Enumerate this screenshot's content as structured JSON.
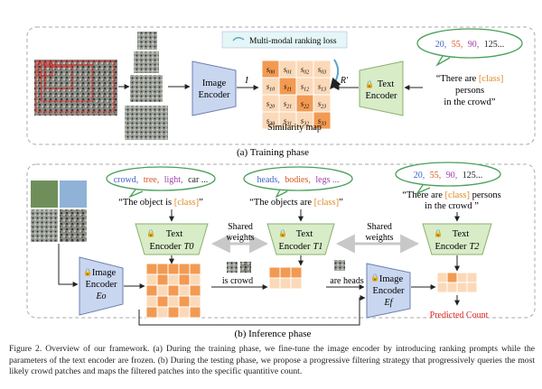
{
  "training": {
    "panel_label": "(a) Training phase",
    "loss_label": "Multi-modal ranking loss",
    "image_encoder": [
      "Image",
      "Encoder"
    ],
    "text_encoder": [
      "Text",
      "Encoder"
    ],
    "arrow_i": "I",
    "arrow_r": "R'",
    "similarity_label": "Similarity map",
    "matrix": [
      [
        "s00",
        "s01",
        "s02",
        "s03"
      ],
      [
        "s10",
        "s11",
        "s12",
        "s13"
      ],
      [
        "s20",
        "s21",
        "s22",
        "s23"
      ],
      [
        "s30",
        "s31",
        "s32",
        "s33"
      ]
    ],
    "bubble_numbers": [
      "20,",
      "55,",
      "90,",
      "125..."
    ],
    "bubble_colors": [
      "#3d63c9",
      "#d9541e",
      "#a040a8",
      "#222222"
    ],
    "prompt_line1_pre": "“There are ",
    "prompt_class": "[class]",
    "prompt_line2": "persons",
    "prompt_line3": "in the crowd”"
  },
  "inference": {
    "panel_label": "(b) Inference phase",
    "bubble1_words": [
      "crowd,",
      "tree,",
      "light,",
      "car ..."
    ],
    "bubble1_colors": [
      "#3d63c9",
      "#d9541e",
      "#a040a8",
      "#222222"
    ],
    "bubble2_words": [
      "heads,",
      "bodies,",
      "legs ..."
    ],
    "bubble2_colors": [
      "#3d63c9",
      "#d9541e",
      "#a040a8"
    ],
    "bubble3_numbers": [
      "20,",
      "55,",
      "90,",
      "125..."
    ],
    "bubble3_colors": [
      "#3d63c9",
      "#d9541e",
      "#a040a8",
      "#222222"
    ],
    "prompt1_pre": "“The object is ",
    "prompt1_post": "”",
    "prompt2_pre": "“The objects are ",
    "prompt2_post": "”",
    "prompt3_pre": "“There are ",
    "prompt3_post": " persons",
    "prompt3_line2": "in the crowd ”",
    "class_token": "[class]",
    "text_encoder_1": [
      "Text",
      "Encoder",
      "T0"
    ],
    "text_encoder_2": [
      "Text",
      "Encoder",
      "T1"
    ],
    "text_encoder_3": [
      "Text",
      "Encoder",
      "T2"
    ],
    "image_encoder_1": [
      "Image",
      "Encoder",
      "Eo"
    ],
    "image_encoder_2": [
      "Image",
      "Encoder",
      "Ef"
    ],
    "shared_weights": [
      "Shared",
      "weights"
    ],
    "is_crowd": "is crowd",
    "are_heads": "are heads",
    "predicted_count": "Predicted Count"
  },
  "colors": {
    "encoder_blue": "#c9d6f0",
    "encoder_green": "#d8ecc8",
    "grid_orange": "#f29a52",
    "grid_light": "#fbd9b8",
    "bubble_green": "#4aa05a",
    "predicted_red": "#e0231e"
  },
  "caption": "Figure 2. Overview of our framework. (a) During the training phase, we fine-tune the image encoder by introducing ranking prompts while the parameters of the text encoder are frozen. (b) During the testing phase, we propose a progressive filtering strategy that progressively queries the most likely crowd patches and maps the filtered patches into the specific quantitive count."
}
